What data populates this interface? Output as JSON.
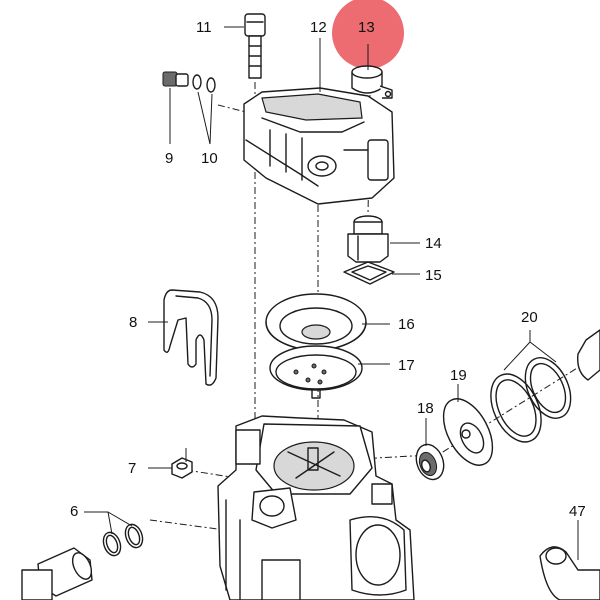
{
  "diagram": {
    "highlight_color": "#e8434a",
    "highlighted_callout": "13",
    "callouts": [
      {
        "id": "c11",
        "label": "11"
      },
      {
        "id": "c12",
        "label": "12"
      },
      {
        "id": "c13",
        "label": "13"
      },
      {
        "id": "c9",
        "label": "9"
      },
      {
        "id": "c10",
        "label": "10"
      },
      {
        "id": "c14",
        "label": "14"
      },
      {
        "id": "c15",
        "label": "15"
      },
      {
        "id": "c8",
        "label": "8"
      },
      {
        "id": "c16",
        "label": "16"
      },
      {
        "id": "c17",
        "label": "17"
      },
      {
        "id": "c20",
        "label": "20"
      },
      {
        "id": "c19",
        "label": "19"
      },
      {
        "id": "c18",
        "label": "18"
      },
      {
        "id": "c7",
        "label": "7"
      },
      {
        "id": "c6",
        "label": "6"
      },
      {
        "id": "c47",
        "label": "47"
      }
    ]
  }
}
